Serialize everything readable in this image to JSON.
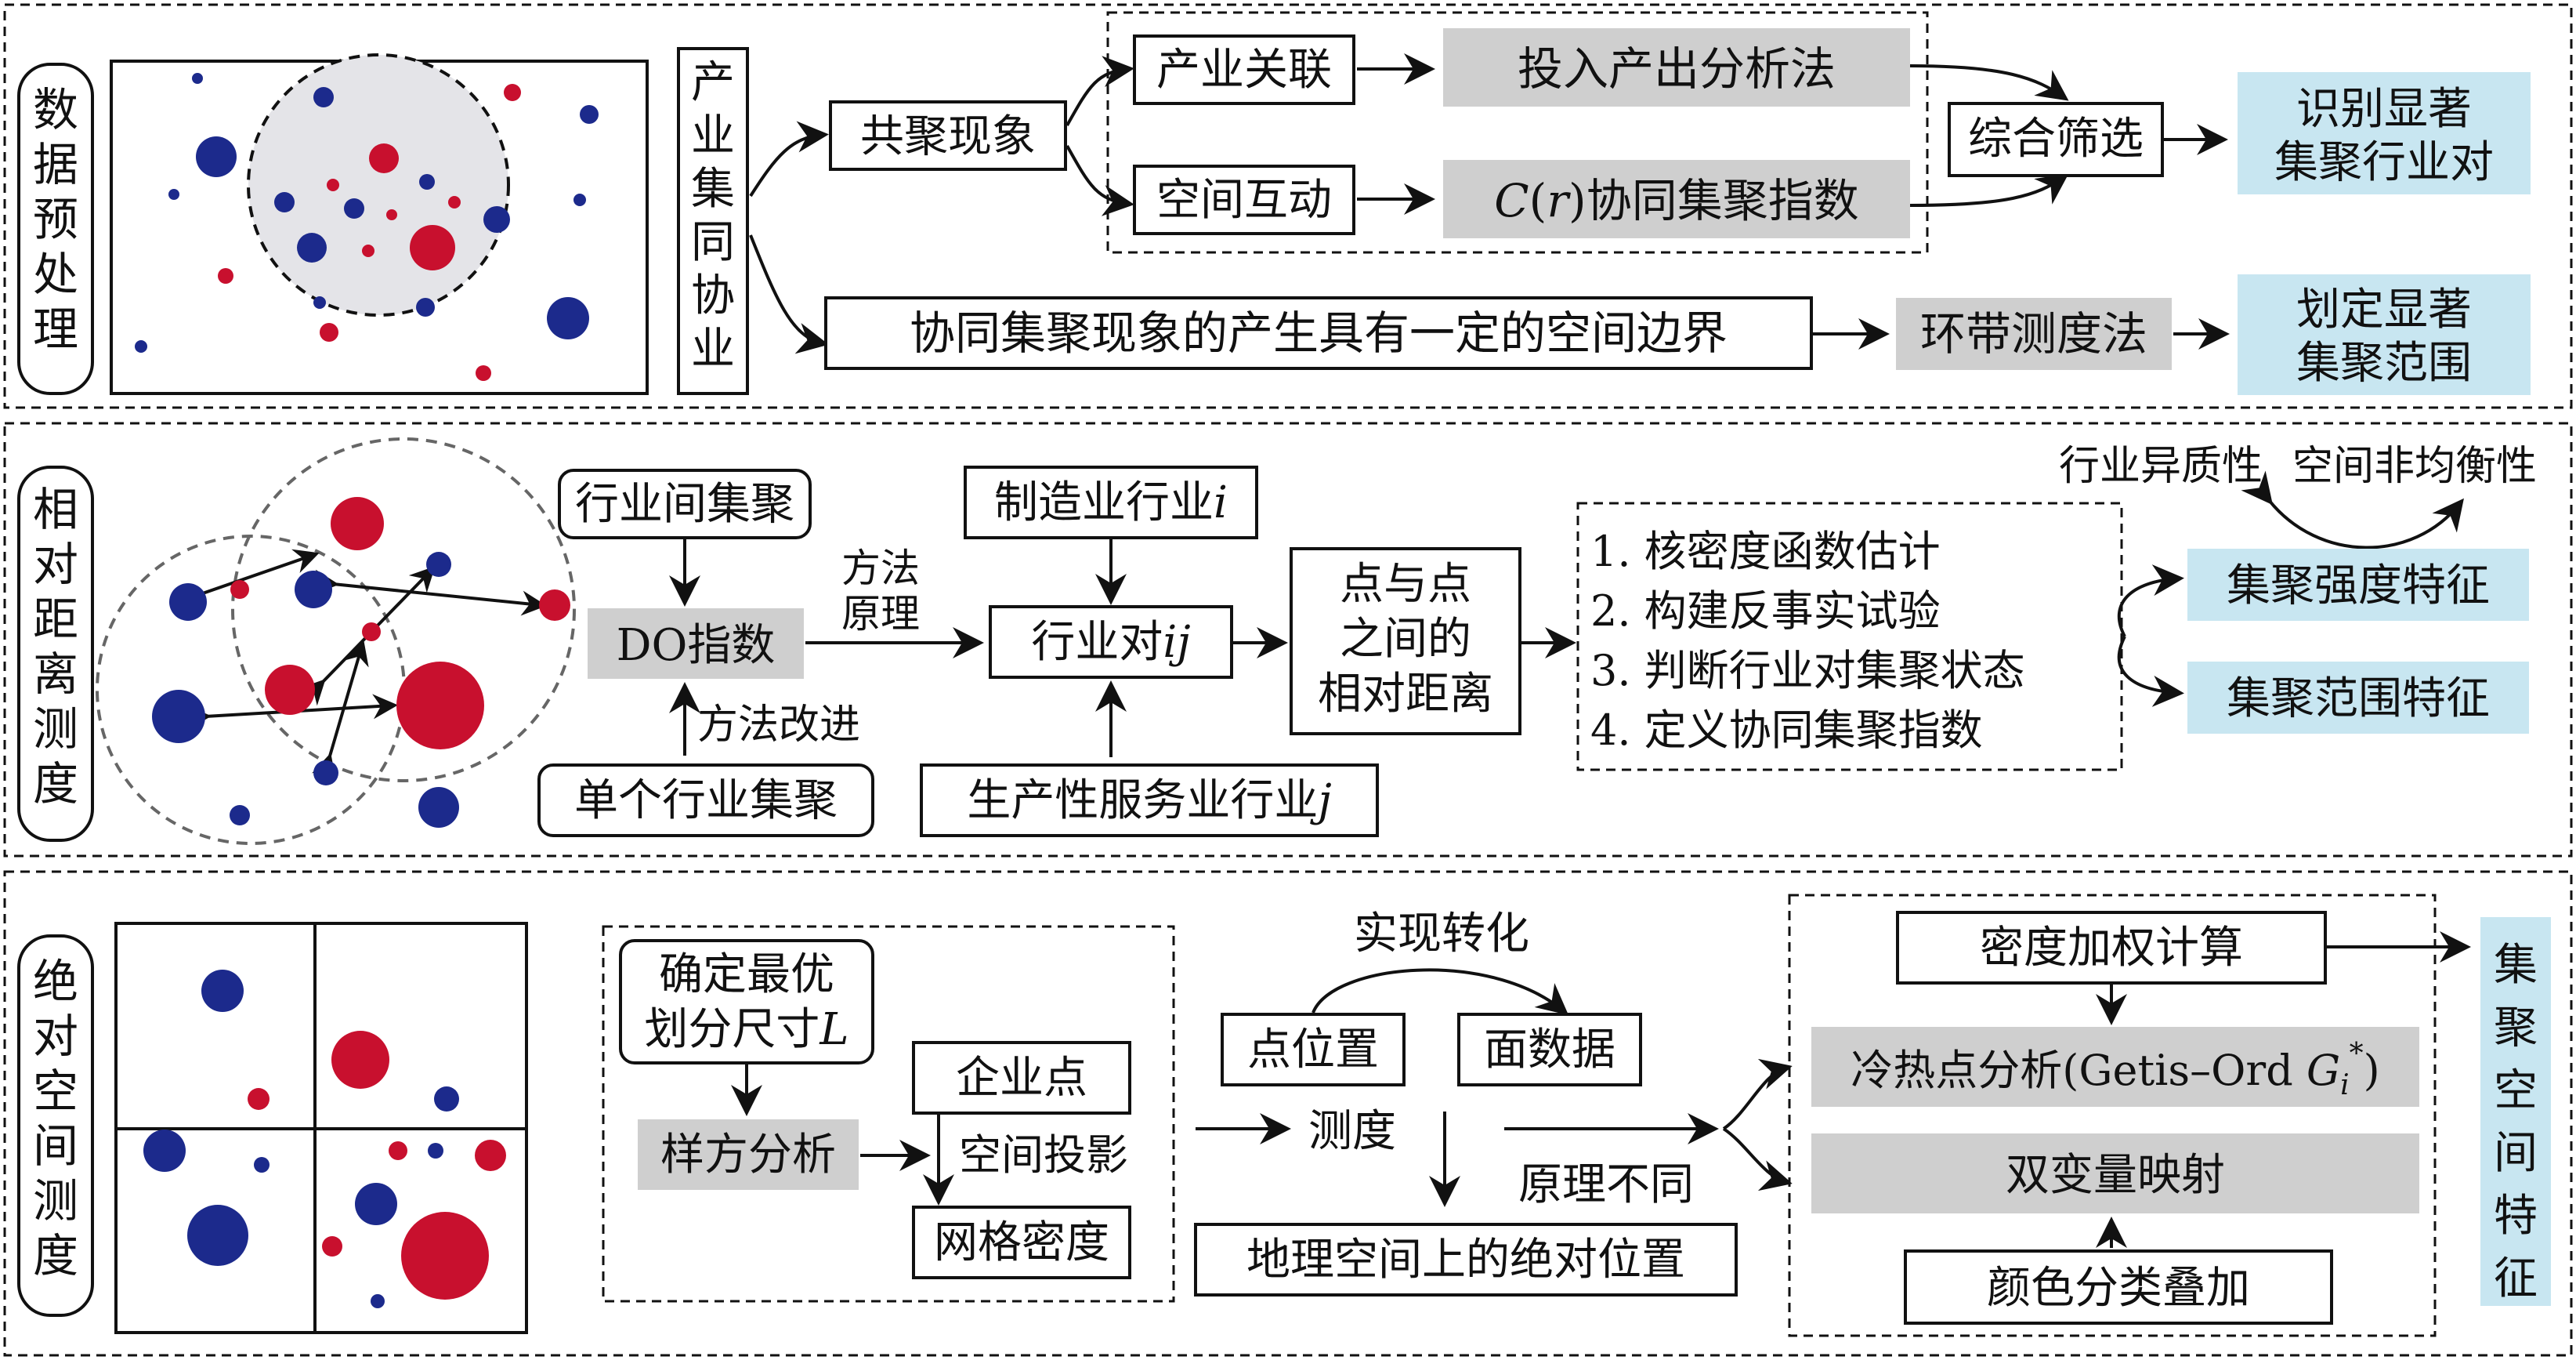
{
  "colors": {
    "blue_dot": "#1c2a8c",
    "red_dot": "#c8102e",
    "gray_box": "#cfcfcf",
    "blue_box": "#c8e6f1"
  },
  "section1": {
    "title": "数据预处理",
    "vertical_label": "产业集同协业",
    "cooccurrence": "共聚现象",
    "industry_link": "产业关联",
    "io_method": "投入产出分析法",
    "spatial_interaction": "空间互动",
    "cr_index_prefix": "C",
    "cr_index_var": "r",
    "cr_index_suffix": "协同集聚指数",
    "comprehensive": "综合筛选",
    "identify_line1": "识别显著",
    "identify_line2": "集聚行业对",
    "boundary": "协同集聚现象的产生具有一定的空间边界",
    "ring": "环带测度法",
    "define_line1": "划定显著",
    "define_line2": "集聚范围"
  },
  "section2": {
    "title": "相对距离测度",
    "inter_industry": "行业间集聚",
    "do_index": "DO指数",
    "single_industry": "单个行业集聚",
    "method_principle_1": "方法",
    "method_principle_2": "原理",
    "method_improve": "方法改进",
    "manufacturing": "制造业行业",
    "manufacturing_var": "i",
    "pair": "行业对",
    "pair_var": "ij",
    "service": "生产性服务业行业",
    "service_var": "j",
    "point_dist_1": "点与点",
    "point_dist_2": "之间的",
    "point_dist_3": "相对距离",
    "steps": [
      "1. 核密度函数估计",
      "2. 构建反事实试验",
      "3. 判断行业对集聚状态",
      "4. 定义协同集聚指数"
    ],
    "heterogeneity": "行业异质性",
    "imbalance": "空间非均衡性",
    "intensity": "集聚强度特征",
    "scope": "集聚范围特征"
  },
  "section3": {
    "title": "绝对空间测度",
    "optimal_1": "确定最优",
    "optimal_2": "划分尺寸",
    "optimal_var": "L",
    "quadrat": "样方分析",
    "enterprise": "企业点",
    "projection": "空间投影",
    "grid_density": "网格密度",
    "realize": "实现转化",
    "point_pos": "点位置",
    "area_data": "面数据",
    "measure": "测度",
    "principle_diff": "原理不同",
    "abs_position": "地理空间上的绝对位置",
    "density_weight": "密度加权计算",
    "hotspot_prefix": "冷热点分析(Getis–Ord ",
    "hotspot_var": "G",
    "hotspot_sub": "i",
    "hotspot_sup": "*",
    "hotspot_suffix": ")",
    "bivariate": "双变量映射",
    "color_overlay": "颜色分类叠加",
    "spatial_feature": "集聚空间特征"
  }
}
